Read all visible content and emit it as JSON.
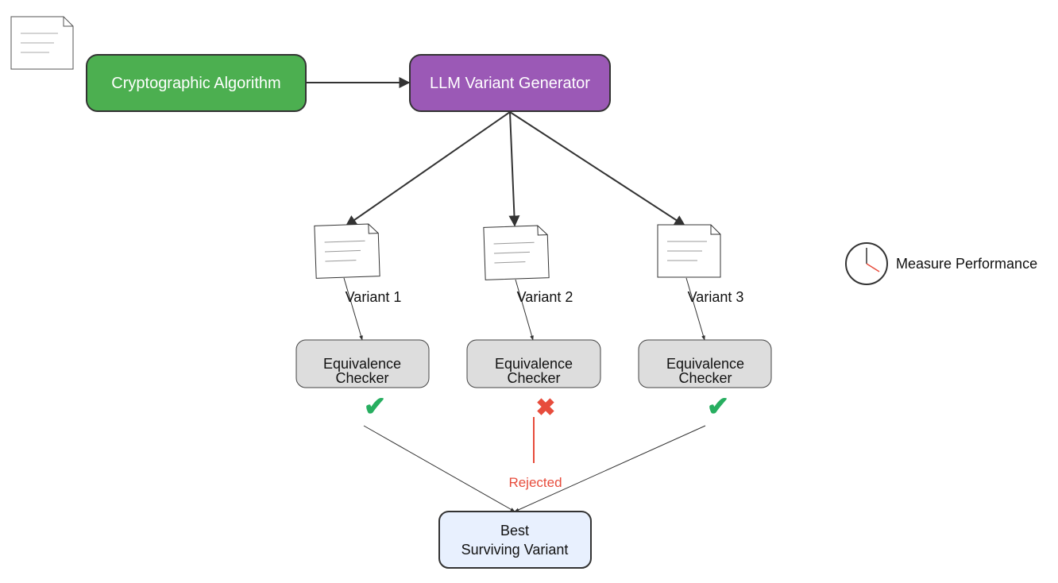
{
  "nodes": {
    "algorithm": {
      "label": "Cryptographic Algorithm",
      "color": "#4caf50"
    },
    "generator": {
      "label": "LLM Variant Generator",
      "color": "#9b59b6"
    },
    "best": {
      "line1": "Best",
      "line2": "Surviving Variant",
      "color": "#e8f0fe"
    }
  },
  "variants": [
    {
      "label": "Variant 1",
      "checker_line1": "Equivalence",
      "checker_line2": "Checker",
      "result": "pass",
      "result_glyph": "✔"
    },
    {
      "label": "Variant 2",
      "checker_line1": "Equivalence",
      "checker_line2": "Checker",
      "result": "fail",
      "result_glyph": "✖",
      "rejected_label": "Rejected"
    },
    {
      "label": "Variant 3",
      "checker_line1": "Equivalence",
      "checker_line2": "Checker",
      "result": "pass",
      "result_glyph": "✔"
    }
  ],
  "performance": {
    "label": "Measure Performance",
    "icon": "clock-icon"
  },
  "colors": {
    "pass": "#27ae60",
    "fail": "#e74c3c",
    "checker_fill": "#dddddd",
    "edge": "#333333"
  }
}
